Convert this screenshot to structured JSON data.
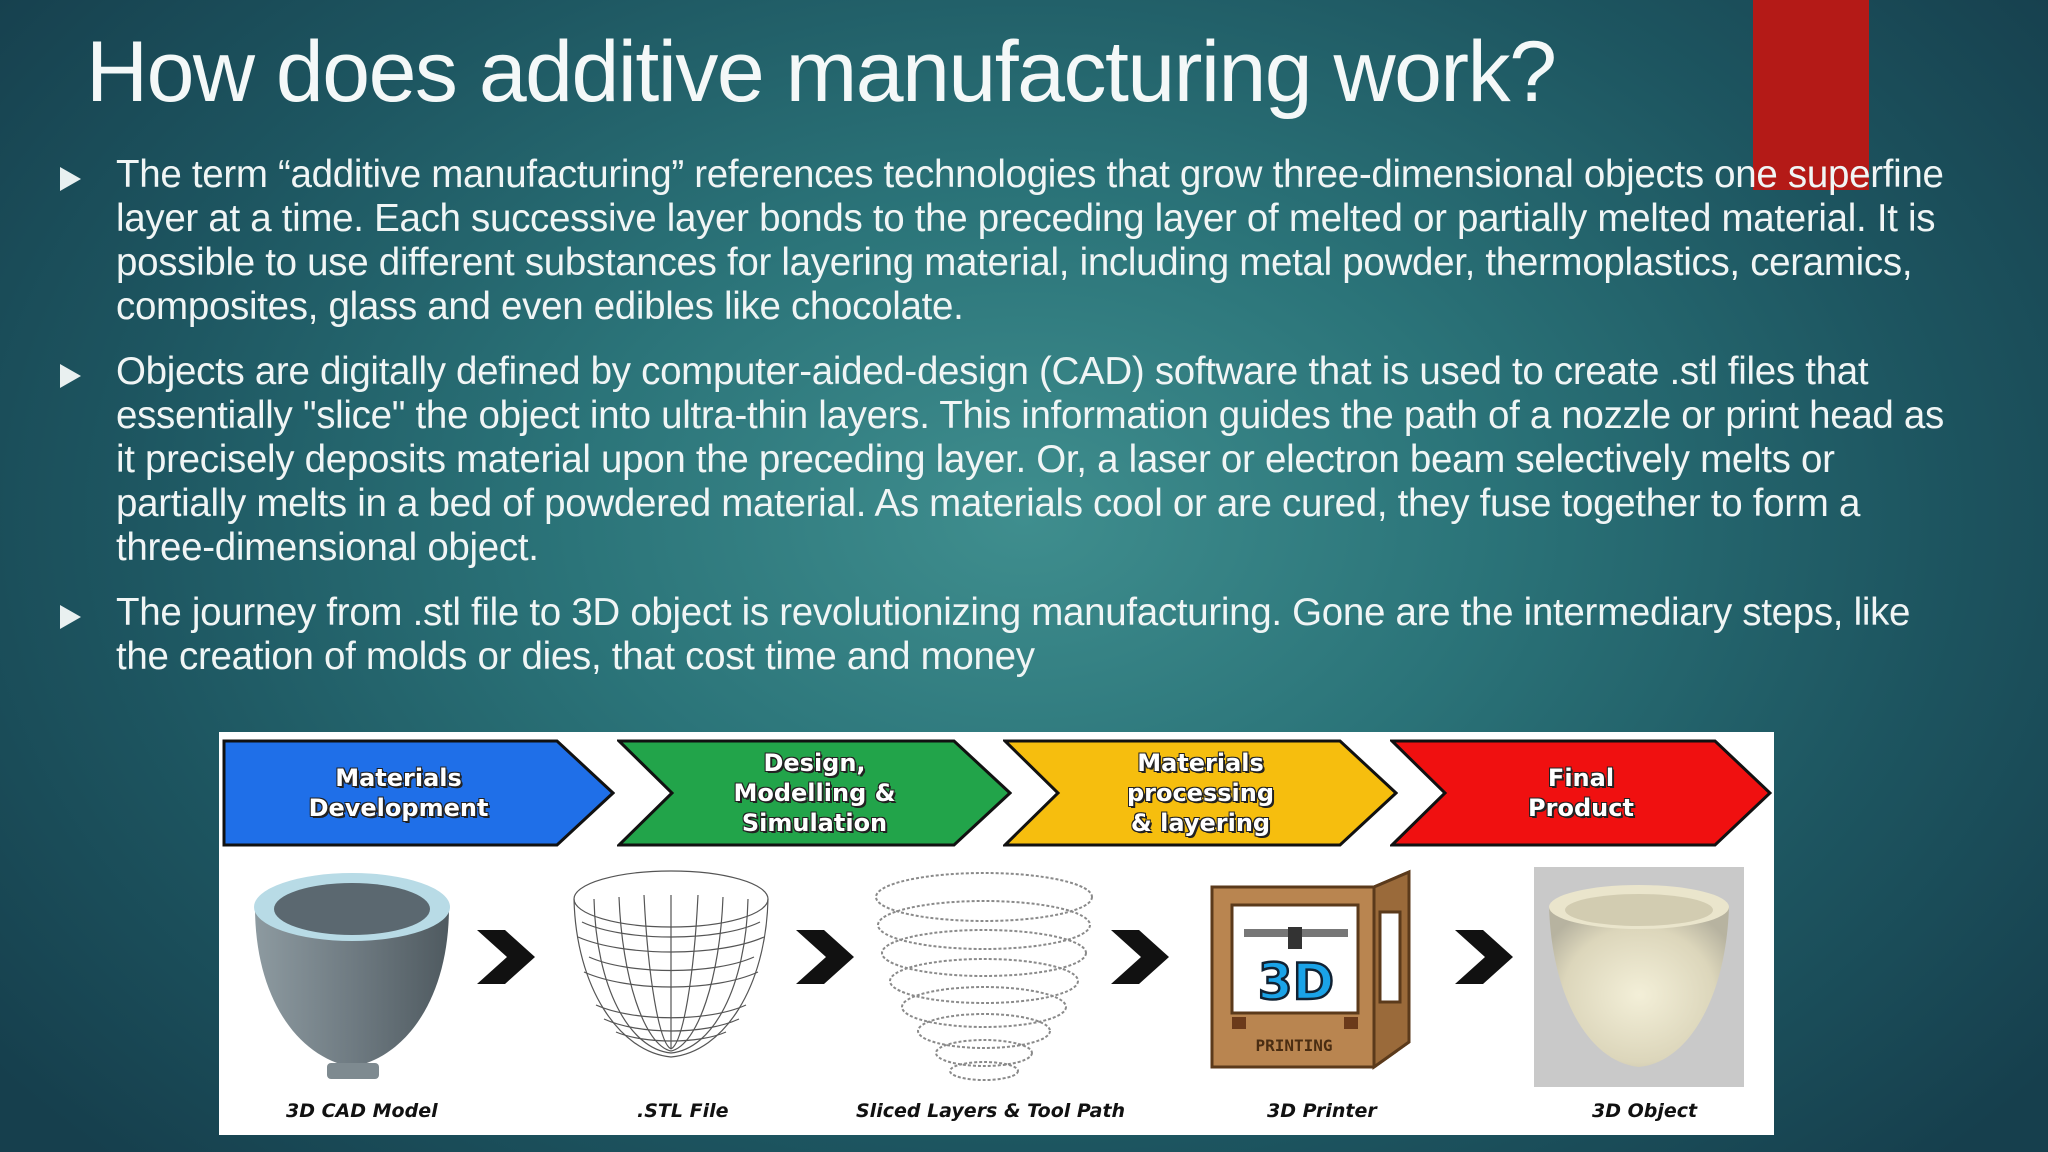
{
  "slide": {
    "title": "How does additive manufacturing work?",
    "accent_color": "#b41a17",
    "bullets": [
      {
        "text": "The term “additive manufacturing” references technologies that grow three-dimensional objects one superfine layer at a time. Each successive layer bonds to the preceding layer of melted or partially melted material. It is possible to use different substances for layering material, including metal powder, thermoplastics, ceramics, composites, glass and even edibles like chocolate."
      },
      {
        "text": "Objects are digitally defined by computer-aided-design (CAD) software that is used to create .stl files that essentially \"slice\" the object into ultra-thin layers. This information guides the path of a nozzle or print head as it precisely deposits material upon the preceding layer. Or, a laser or electron beam selectively melts or partially melts in a bed of powdered material. As materials cool or are cured, they fuse together to form a three-dimensional object."
      },
      {
        "text": "The journey from .stl file to 3D object is revolutionizing manufacturing. Gone are the intermediary steps, like the creation of molds or dies, that cost time and money"
      }
    ]
  },
  "diagram": {
    "stages": [
      {
        "label": "Materials\nDevelopment",
        "color": "#1f6fe8"
      },
      {
        "label": "Design,\nModelling &\nSimulation",
        "color": "#22a44a"
      },
      {
        "label": "Materials\nprocessing\n& layering",
        "color": "#f6be0e"
      },
      {
        "label": "Final\nProduct",
        "color": "#f01010"
      }
    ],
    "steps": [
      {
        "caption": "3D CAD Model",
        "icon": "cad-bowl-icon"
      },
      {
        "caption": ".STL File",
        "icon": "wireframe-bowl-icon"
      },
      {
        "caption": "Sliced Layers & Tool Path",
        "icon": "sliced-layers-icon"
      },
      {
        "caption": "3D Printer",
        "icon": "printer-icon"
      },
      {
        "caption": "3D Object",
        "icon": "printed-bowl-icon"
      }
    ],
    "printer_badge": "3D",
    "printer_label": "PRINTING"
  }
}
